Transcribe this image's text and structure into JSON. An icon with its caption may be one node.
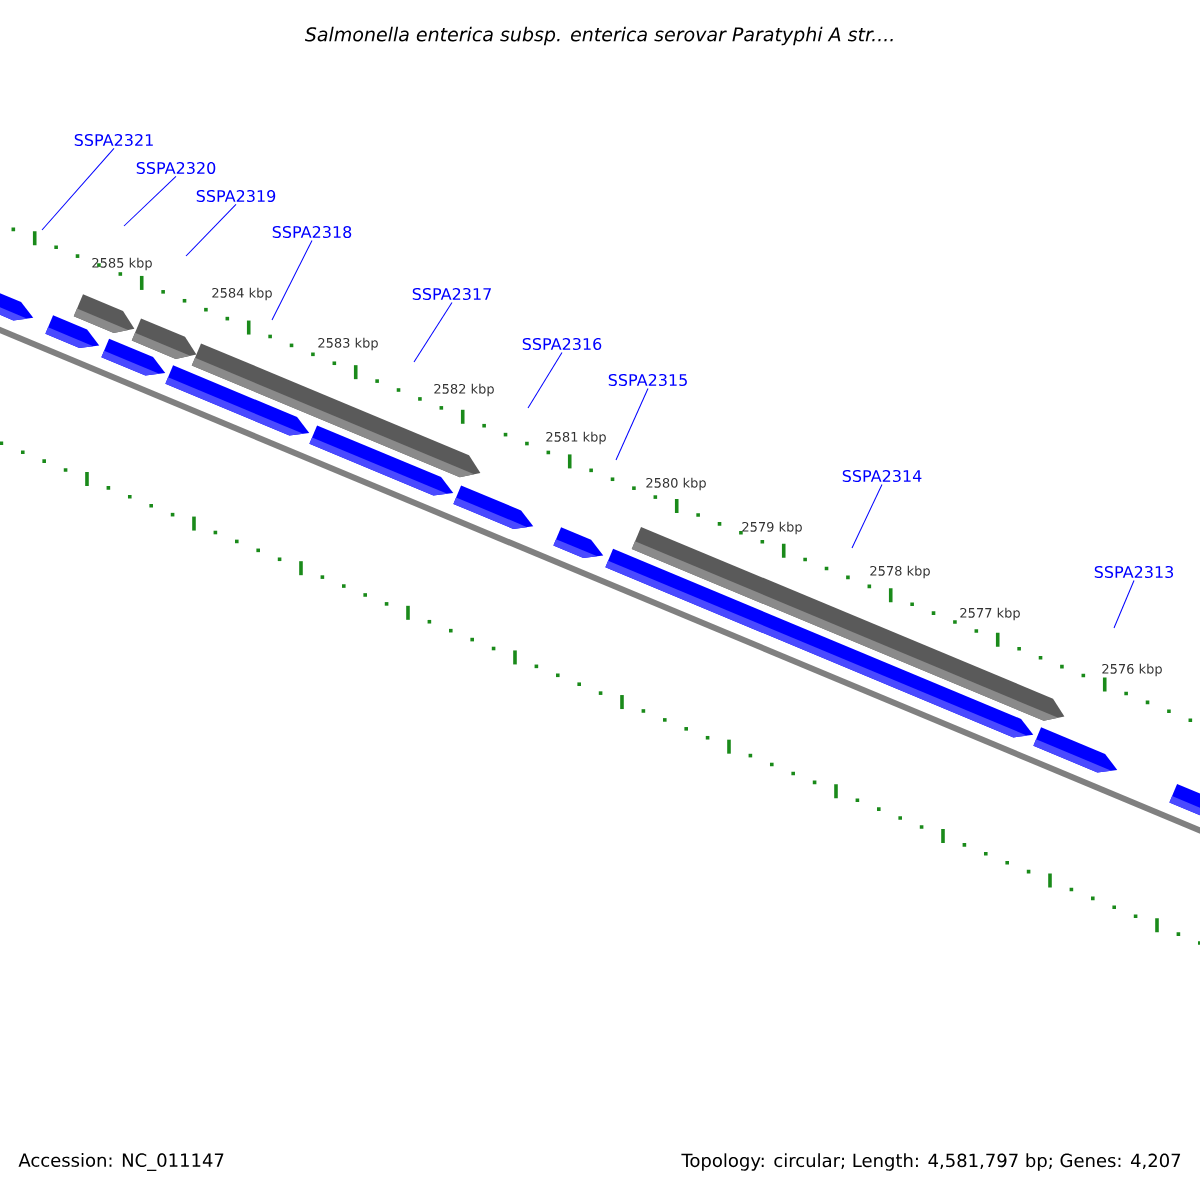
{
  "diagram": {
    "title": "Salmonella enterica subsp. enterica serovar Paratyphi A str....",
    "nodes": [
      {
        "text": [
          "SSPA2321"
        ]
      },
      {
        "text": [
          "SSPA2320"
        ]
      },
      {
        "text": [
          "SSPA2319"
        ]
      },
      {
        "text": [
          "SSPA2318"
        ]
      },
      {
        "text": [
          "SSPA2317"
        ]
      },
      {
        "text": [
          "SSPA2316"
        ]
      },
      {
        "text": [
          "SSPA2315"
        ]
      },
      {
        "text": [
          "SSPA2314"
        ]
      },
      {
        "text": [
          "SSPA2313"
        ]
      }
    ],
    "edges": [
      {
        "from": 0,
        "to": null,
        "arrow": "none"
      },
      {
        "from": 1,
        "to": null,
        "arrow": "none"
      },
      {
        "from": 2,
        "to": null,
        "arrow": "none"
      },
      {
        "from": 3,
        "to": null,
        "arrow": "none"
      },
      {
        "from": 4,
        "to": null,
        "arrow": "none"
      },
      {
        "from": 5,
        "to": null,
        "arrow": "none"
      },
      {
        "from": 6,
        "to": null,
        "arrow": "none"
      },
      {
        "from": 7,
        "to": null,
        "arrow": "none"
      },
      {
        "from": 8,
        "to": null,
        "arrow": "none"
      }
    ],
    "labels": [
      "2585 kbp",
      "2584 kbp",
      "2583 kbp",
      "2582 kbp",
      "2581 kbp",
      "2580 kbp",
      "2579 kbp",
      "2578 kbp",
      "2577 kbp",
      "2576 kbp",
      "Accession: NC_011147",
      "Topology: circular; Length: 4,581,797 bp; Genes: 4,207"
    ]
  }
}
